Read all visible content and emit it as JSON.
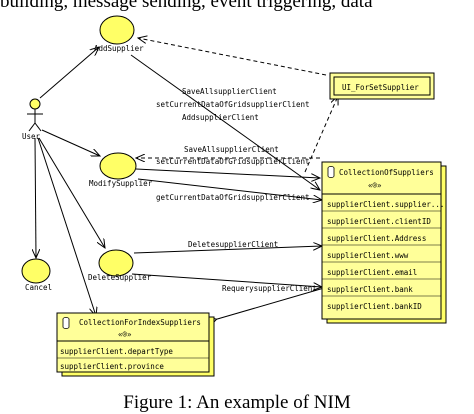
{
  "top_text": "building, message sending, event triggering, data",
  "caption": "Figure 1: An example of NIM",
  "actors": [
    {
      "id": "user",
      "label": "User"
    }
  ],
  "use_cases": [
    {
      "id": "add",
      "label": "AddSupplier"
    },
    {
      "id": "modify",
      "label": "ModifySupplier"
    },
    {
      "id": "delete",
      "label": "DeleteSupplier"
    },
    {
      "id": "cancel",
      "label": "Cancel"
    }
  ],
  "classes": [
    {
      "id": "ui",
      "name": "UI_ForSetSupplier",
      "stereotype": "",
      "attributes": []
    },
    {
      "id": "collection",
      "name": "CollectionOfSuppliers",
      "stereotype": "«®»",
      "attributes": [
        "supplierClient.supplier...",
        "supplierClient.clientID",
        "supplierClient.Address",
        "supplierClient.www",
        "supplierClient.email",
        "supplierClient.bank",
        "supplierClient.bankID"
      ]
    },
    {
      "id": "index",
      "name": "CollectionForIndexSuppliers",
      "stereotype": "«®»",
      "attributes": [
        "supplierClient.departType",
        "supplierClient.province"
      ]
    }
  ],
  "messages": [
    {
      "id": "m_saveall_1",
      "label": "SaveAllsupplierClient"
    },
    {
      "id": "m_setcur_1",
      "label": "setCurrentDataOfGridsupplierClient"
    },
    {
      "id": "m_addsup",
      "label": "AddsupplierClient"
    },
    {
      "id": "m_saveall_2",
      "label": "SaveAllsupplierClient"
    },
    {
      "id": "m_setcur_2",
      "label": "setCurrentDataOfGridsupplierClient"
    },
    {
      "id": "m_getcur",
      "label": "getCurrentDataOfGridsupplierClient"
    },
    {
      "id": "m_delete",
      "label": "DeletesupplierClient"
    },
    {
      "id": "m_requery",
      "label": "RequerysupplierClient"
    }
  ]
}
